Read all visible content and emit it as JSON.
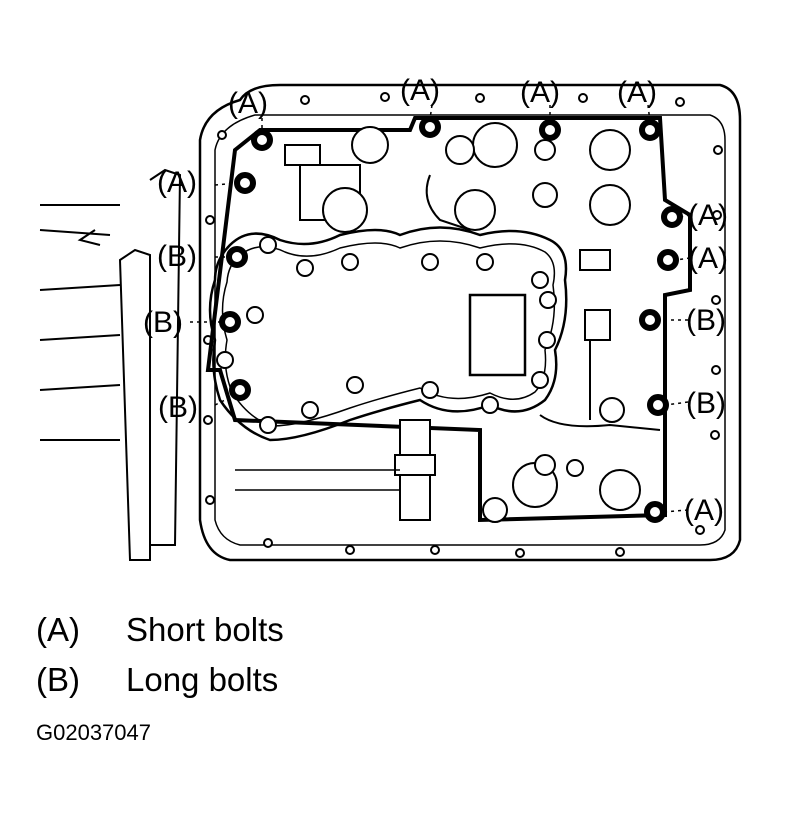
{
  "callouts": {
    "a": "(A)",
    "b": "(B)"
  },
  "legend": [
    {
      "key": "(A)",
      "text": "Short bolts"
    },
    {
      "key": "(B)",
      "text": "Long bolts"
    }
  ],
  "figure_id": "G02037047"
}
